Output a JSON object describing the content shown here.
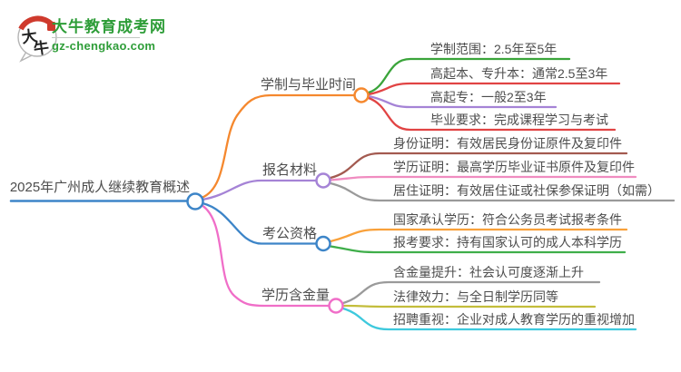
{
  "logo": {
    "site_name": "大牛教育成考网",
    "site_url": "gz-chengkao.com",
    "icon_char_1": "大",
    "icon_char_2": "牛",
    "brand_color": "#2e9d38"
  },
  "mindmap": {
    "root": {
      "label": "2025年广州成人继续教育概述",
      "color": "#3d85c8"
    },
    "branches": [
      {
        "label": "学制与毕业时间",
        "color": "#f5882e",
        "children": [
          {
            "label": "学制范围：2.5年至5年",
            "color": "#3aa43a"
          },
          {
            "label": "高起本、专升本：通常2.5至3年",
            "color": "#e14444"
          },
          {
            "label": "高起专：一般2至3年",
            "color": "#a583d6"
          },
          {
            "label": "毕业要求：完成课程学习与考试",
            "color": "#e14444"
          }
        ]
      },
      {
        "label": "报名材料",
        "color": "#a583d6",
        "children": [
          {
            "label": "身份证明：有效居民身份证原件及复印件",
            "color": "#a35a50"
          },
          {
            "label": "学历证明：最高学历毕业证书原件及复印件",
            "color": "#f08cc0"
          },
          {
            "label": "居住证明：有效居住证或社保参保证明（如需）",
            "color": "#9a9a9a"
          }
        ]
      },
      {
        "label": "考公资格",
        "color": "#3d85c8",
        "children": [
          {
            "label": "国家承认学历：符合公务员考试报考条件",
            "color": "#f9a13a"
          },
          {
            "label": "报考要求：持有国家认可的成人本科学历",
            "color": "#3fae4a"
          }
        ]
      },
      {
        "label": "学历含金量",
        "color": "#f06ec8",
        "children": [
          {
            "label": "含金量提升：社会认可度逐渐上升",
            "color": "#9a9a9a"
          },
          {
            "label": "法律效力：与全日制学历同等",
            "color": "#c3bd3b"
          },
          {
            "label": "招聘重视：企业对成人教育学历的重视增加",
            "color": "#3ec9dd"
          }
        ]
      }
    ]
  }
}
